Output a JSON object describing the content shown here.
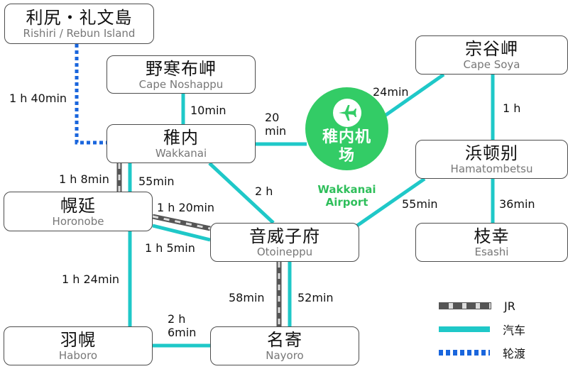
{
  "nodes": {
    "rishiri": {
      "ja": "利尻・礼文島",
      "en": "Rishiri / Rebun Island"
    },
    "noshappu": {
      "ja": "野寒布岬",
      "en": "Cape Noshappu"
    },
    "wakkanai": {
      "ja": "稚内",
      "en": "Wakkanai"
    },
    "horonobe": {
      "ja": "幌延",
      "en": "Horonobe"
    },
    "otoineppu": {
      "ja": "音威子府",
      "en": "Otoineppu"
    },
    "haboro": {
      "ja": "羽幌",
      "en": "Haboro"
    },
    "nayoro": {
      "ja": "名寄",
      "en": "Nayoro"
    },
    "soya": {
      "ja": "宗谷岬",
      "en": "Cape Soya"
    },
    "hamatombetsu": {
      "ja": "浜顿别",
      "en": "Hamatombetsu"
    },
    "esashi": {
      "ja": "枝幸",
      "en": "Esashi"
    }
  },
  "airport": {
    "ja": "稚内机场",
    "en_line1": "Wakkanai",
    "en_line2": "Airport",
    "icon": "airplane-icon"
  },
  "durations": {
    "rishiri_wakkanai": "1 h 40min",
    "noshappu_wakkanai": "10min",
    "wakkanai_airport_l1": "20",
    "wakkanai_airport_l2": "min",
    "airport_soya": "24min",
    "soya_hamatombetsu": "1 h",
    "wakkanai_horonobe_jr": "1 h 8min",
    "wakkanai_horonobe_bus": "55min",
    "wakkanai_otoineppu": "2 h",
    "horonobe_otoineppu_jr": "1 h 20min",
    "horonobe_otoineppu_bus": "1 h 5min",
    "horonobe_haboro": "1 h 24min",
    "haboro_nayoro_l1": "2 h",
    "haboro_nayoro_l2": "6min",
    "otoineppu_nayoro_jr": "58min",
    "otoineppu_nayoro_bus": "52min",
    "hamatombetsu_otoineppu": "55min",
    "hamatombetsu_esashi": "36min"
  },
  "legend": [
    {
      "key": "jr",
      "label": "JR"
    },
    {
      "key": "bus",
      "label": "汽车"
    },
    {
      "key": "ferry",
      "label": "轮渡"
    }
  ],
  "colors": {
    "bus": "#1fc8c8",
    "jr": "#555555",
    "ferry": "#1a66dd",
    "airport": "#33cc66"
  }
}
